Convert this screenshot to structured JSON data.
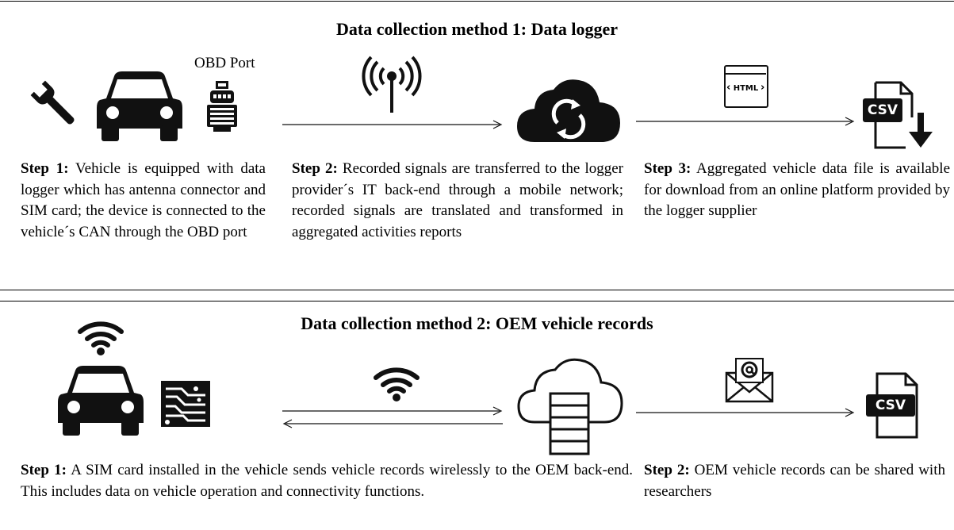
{
  "method1": {
    "title": "Data collection method 1: Data logger",
    "obd_label": "OBD Port",
    "html_label": "HTML",
    "csv_label": "CSV",
    "step1": {
      "label": "Step 1:",
      "text": "Vehicle is equipped with data logger which has antenna connector and SIM card; the device is connected to the vehicle´s CAN through the OBD port"
    },
    "step2": {
      "label": "Step 2:",
      "text": "Recorded signals are transferred to the logger provider´s IT back-end through a mobile network; recorded signals are translated and transformed in aggregated activities reports"
    },
    "step3": {
      "label": "Step 3:",
      "text": "Aggregated vehicle data file is available for download from an online platform provided by the logger supplier"
    },
    "icons": [
      "wrench-icon",
      "car-icon",
      "obd-port-icon",
      "antenna-icon",
      "cloud-sync-icon",
      "html-window-icon",
      "csv-download-icon"
    ]
  },
  "method2": {
    "title": "Data collection method 2: OEM vehicle records",
    "csv_label": "CSV",
    "step1": {
      "label": "Step 1:",
      "text": "A SIM card installed in the vehicle sends vehicle records wirelessly to the OEM back-end. This includes data on vehicle operation and connectivity functions."
    },
    "step2": {
      "label": "Step 2:",
      "text": "OEM vehicle records can be shared with researchers"
    },
    "icons": [
      "wifi-icon",
      "car-icon",
      "circuit-chip-icon",
      "cloud-server-icon",
      "email-icon",
      "csv-file-icon"
    ]
  }
}
